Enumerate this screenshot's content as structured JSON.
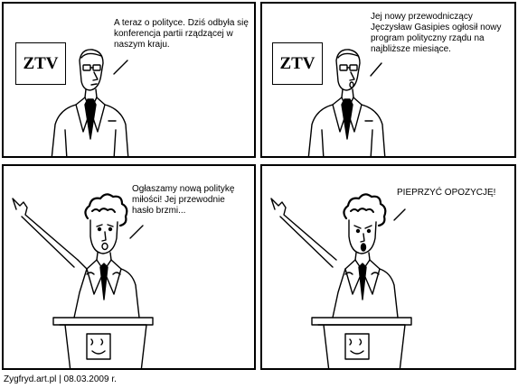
{
  "comic": {
    "panels": [
      {
        "caption": "A teraz o polityce. Dziś odbyła się konferencja partii rządzącej w naszym kraju.",
        "sign": "ZTV"
      },
      {
        "caption": "Jej nowy przewodniczący Jęczysław Gasipies ogłosił nowy program polityczny rządu na najbliższe miesiące.",
        "sign": "ZTV"
      },
      {
        "caption": "Ogłaszamy nową politykę miłości! Jej przewodnie hasło brzmi..."
      },
      {
        "caption": "PIEPRZYĆ OPOZYCJĘ!"
      }
    ],
    "footer": "Zygfryd.art.pl | 08.03.2009 r."
  }
}
